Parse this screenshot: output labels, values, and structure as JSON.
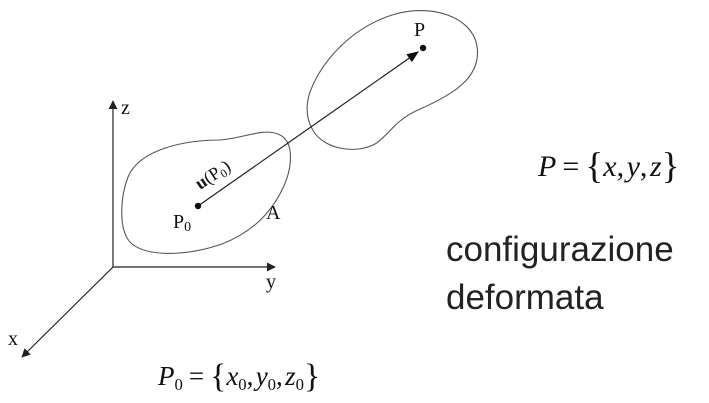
{
  "axes": {
    "z": "z",
    "y": "y",
    "x": "x"
  },
  "points": {
    "initial": {
      "letter": "P",
      "subscript": "0"
    },
    "final": "P"
  },
  "region_label": "A",
  "displacement": {
    "symbol": "u",
    "arg_letter": "P",
    "arg_subscript": "0"
  },
  "eq_final": {
    "lhs": "P",
    "vars": [
      "x",
      "y",
      "z"
    ]
  },
  "eq_initial": {
    "lhs_letter": "P",
    "lhs_subscript": "0",
    "vars": [
      {
        "letter": "x",
        "subscript": "0"
      },
      {
        "letter": "y",
        "subscript": "0"
      },
      {
        "letter": "z",
        "subscript": "0"
      }
    ]
  },
  "caption": {
    "line1": "configurazione",
    "line2": "deformata"
  },
  "colors": {
    "stroke": "#222222",
    "outline": "#555555"
  }
}
